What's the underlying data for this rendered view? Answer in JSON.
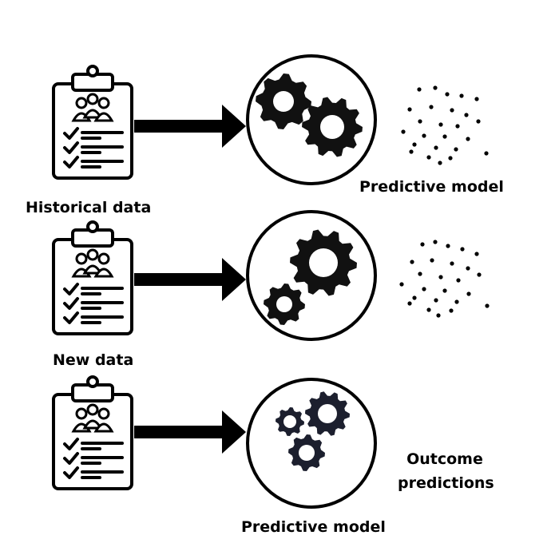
{
  "colors": {
    "ink": "#000000",
    "background": "#ffffff"
  },
  "icons": [
    "clipboard-icon",
    "people-icon",
    "checkmark-icon",
    "arrow-right-icon",
    "gear-icon"
  ],
  "rows": [
    {
      "input_icon": "clipboard-icon",
      "model_icon": "gear-icon",
      "output": "scatter"
    },
    {
      "input_icon": "clipboard-icon",
      "model_icon": "gear-icon",
      "output": "scatter"
    },
    {
      "input_icon": "clipboard-icon",
      "model_icon": "gear-icon",
      "output": "text"
    }
  ],
  "labels": {
    "historical_data": "Historical data",
    "predictive_model_top": "Predictive model",
    "new_data": "New data",
    "outcome_predictions_line1": "Outcome",
    "outcome_predictions_line2": "predictions",
    "predictive_model_bottom": "Predictive model"
  }
}
